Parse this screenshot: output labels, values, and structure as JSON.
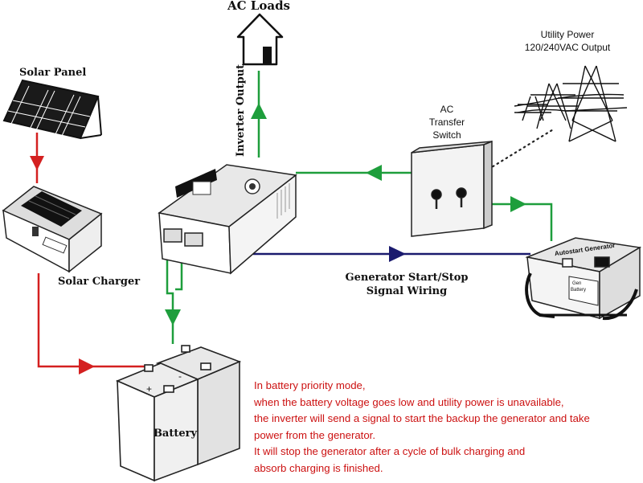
{
  "labels": {
    "ac_loads": "AC  Loads",
    "solar_panel": "Solar Panel",
    "solar_charger": "Solar Charger",
    "inverter_output": "Inverter Output",
    "utility_power_line1": "Utility Power",
    "utility_power_line2": "120/240VAC Output",
    "transfer_switch_line1": "AC",
    "transfer_switch_line2": "Transfer",
    "transfer_switch_line3": "Switch",
    "generator_signal_line1": "Generator Start/Stop",
    "generator_signal_line2": "Signal Wiring",
    "battery": "Battery",
    "generator_title": "Autostart Generator",
    "generator_battery_line1": "Gen",
    "generator_battery_line2": "Battery"
  },
  "note_lines": [
    "In battery priority mode,",
    "when the battery voltage goes low and utility power is unavailable,",
    "the inverter will send a signal to start the backup the generator and take",
    "power from the generator.",
    "It will stop the generator after a cycle of bulk charging and",
    "absorb charging is finished."
  ],
  "colors": {
    "ac_line": "#1e9e3c",
    "dc_line": "#d42020",
    "signal_line": "#1a1a6e",
    "note_text": "#cc1111"
  }
}
